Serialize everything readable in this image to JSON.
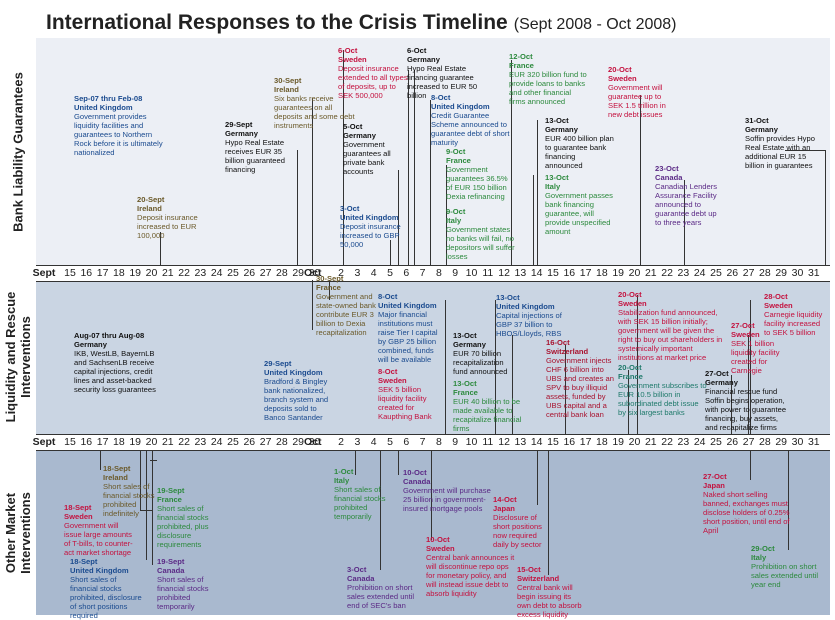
{
  "title": "International Responses to the Crisis Timeline",
  "subtitle": "(Sept 2008 - Oct 2008)",
  "rows": [
    {
      "key": "bank",
      "label": "Bank Liability Guarantees"
    },
    {
      "key": "liq",
      "label": "Liquidity and Rescue Interventions"
    },
    {
      "key": "other",
      "label": "Other Market Interventions"
    }
  ],
  "axis": {
    "sept_label": "Sept",
    "oct_label": "Oct",
    "sept_days": [
      "15",
      "16",
      "17",
      "18",
      "19",
      "20",
      "21",
      "22",
      "23",
      "24",
      "25",
      "26",
      "27",
      "28",
      "29",
      "30"
    ],
    "oct_days": [
      "2",
      "3",
      "4",
      "5",
      "6",
      "7",
      "8",
      "9",
      "10",
      "11",
      "12",
      "13",
      "14",
      "15",
      "16",
      "17",
      "18",
      "19",
      "20",
      "21",
      "22",
      "23",
      "24",
      "25",
      "26",
      "27",
      "28",
      "29",
      "30",
      "31"
    ],
    "oct_first": "1"
  },
  "events": {
    "b1": {
      "date": "Sep-07 thru Feb-08",
      "country": "United Kingdom",
      "text": "Government provides liquidity facilities and guarantees to Northern Rock before it is ultimately nationalized"
    },
    "b2": {
      "date": "20-Sept",
      "country": "Ireland",
      "text": "Deposit insurance increased to EUR 100,000"
    },
    "b3": {
      "date": "29-Sept",
      "country": "Germany",
      "text": "Hypo Real Estate receives EUR 35 billion guaranteed financing"
    },
    "b4": {
      "date": "30-Sept",
      "country": "Ireland",
      "text": "Six banks receive guarantees on all deposits and some debt instruments"
    },
    "b5": {
      "date": "6-Oct",
      "country": "Sweden",
      "text": "Deposit insurance extended to all types of deposits, up to SEK 500,000"
    },
    "b6": {
      "date": "5-Oct",
      "country": "Germany",
      "text": "Government guarantees all private bank accounts"
    },
    "b7": {
      "date": "3-Oct",
      "country": "United Kingdom",
      "text": "Deposit insurance increased to GBP 50,000"
    },
    "b8": {
      "date": "6-Oct",
      "country": "Germany",
      "text": "Hypo Real Estate financing guarantee increased to EUR 50 billion"
    },
    "b9": {
      "date": "8-Oct",
      "country": "United Kingdom",
      "text": "Credit Guarantee Scheme announced to guarantee debt of short maturity"
    },
    "b10": {
      "date": "9-Oct",
      "country": "France",
      "text": "Government guarantees 36.5% of EUR 150 billion Dexia refinancing"
    },
    "b11": {
      "date": "9-Oct",
      "country": "Italy",
      "text": "Government states no banks will fail, no depositors will suffer losses"
    },
    "b12": {
      "date": "12-Oct",
      "country": "France",
      "text": "EUR 320 billion fund to provide loans to banks and other financial firms announced"
    },
    "b13": {
      "date": "13-Oct",
      "country": "Germany",
      "text": "EUR 400 billion plan to guarantee bank financing announced"
    },
    "b14": {
      "date": "13-Oct",
      "country": "Italy",
      "text": "Government passes bank financing guarantee, will provide unspecified amount"
    },
    "b15": {
      "date": "20-Oct",
      "country": "Sweden",
      "text": "Government will guarantee up to SEK 1.5 trillion in new debt issues"
    },
    "b16": {
      "date": "23-Oct",
      "country": "Canada",
      "text": "Canadian Lenders Assurance Facility announced to guarantee debt up to three years"
    },
    "b17": {
      "date": "31-Oct",
      "country": "Germany",
      "text": "Soffin provides Hypo Real Estate with an additional EUR 15 billion in guarantees"
    },
    "l1": {
      "date": "Aug-07 thru Aug-08",
      "country": "Germany",
      "text": "IKB, WestLB, BayernLB and SachsenLB receive capital injections, credit lines and asset-backed security loss guarantees"
    },
    "l2": {
      "date": "29-Sept",
      "country": "United Kingdom",
      "text": "Bradford & Bingley bank nationalized, branch system and deposits sold to Banco Santander"
    },
    "l3": {
      "date": "30-Sept",
      "country": "France",
      "text": "Government and state-owned bank contribute EUR 3 billion to Dexia recapitalization"
    },
    "l4": {
      "date": "8-Oct",
      "country": "United Kingdom",
      "text": "Major financial institutions must raise Tier I capital by GBP 25 billion combined, funds will be available"
    },
    "l5": {
      "date": "8-Oct",
      "country": "Sweden",
      "text": "SEK 5 billion liquidity facility created for Kaupthing Bank"
    },
    "l6": {
      "date": "13-Oct",
      "country": "Germany",
      "text": "EUR 70 billion recapitalization fund announced"
    },
    "l7": {
      "date": "13-Oct",
      "country": "France",
      "text": "EUR 40 billion to be made available to recapitalize financial firms"
    },
    "l8": {
      "date": "13-Oct",
      "country": "United Kingdom",
      "text": "Capital injections of GBP 37 billion to HBOS/Lloyds, RBS"
    },
    "l9": {
      "date": "16-Oct",
      "country": "Switzerland",
      "text": "Government injects CHF 6 billion into UBS and creates an SPV to buy illiquid assets, funded by UBS capital and a central bank loan"
    },
    "l10": {
      "date": "20-Oct",
      "country": "Sweden",
      "text": "Stabilization fund announced, with SEK 15 billion initially; government will be given the right to buy out shareholders in systemically important institutions at market price"
    },
    "l11": {
      "date": "20-Oct",
      "country": "France",
      "text": "Government subscribes to EUR 10.5 billion in subordinated debt issue by six largest banks"
    },
    "l12": {
      "date": "27-Oct",
      "country": "Sweden",
      "text": "SEK 1 billion liquidity facility created for Carnegie"
    },
    "l13": {
      "date": "28-Oct",
      "country": "Sweden",
      "text": "Carnegie liquidity facility increased to SEK 5 billion"
    },
    "l14": {
      "date": "27-Oct",
      "country": "Germany",
      "text": "Financial rescue fund Soffin begins operation, with power to guarantee financing, buy assets, and recapitalize firms"
    },
    "o1": {
      "date": "18-Sept",
      "country": "Ireland",
      "text": "Short sales of financial stocks prohibited indefinitely"
    },
    "o2": {
      "date": "18-Sept",
      "country": "Sweden",
      "text": "Government will issue large amounts of T-bills, to counter-act market shortage"
    },
    "o3": {
      "date": "18-Sept",
      "country": "United Kingdom",
      "text": "Short sales of financial stocks prohibited, disclosure of short positions required"
    },
    "o4": {
      "date": "19-Sept",
      "country": "France",
      "text": "Short sales of financial stocks prohibited, plus disclosure requirements"
    },
    "o5": {
      "date": "19-Sept",
      "country": "Canada",
      "text": "Short sales of financial stocks prohibited temporarily"
    },
    "o6": {
      "date": "1-Oct",
      "country": "Italy",
      "text": "Short sales of financial stocks prohibited temporarily"
    },
    "o7": {
      "date": "3-Oct",
      "country": "Canada",
      "text": "Prohibition on short sales extended until end of SEC's ban"
    },
    "o8": {
      "date": "10-Oct",
      "country": "Canada",
      "text": "Government will purchase 25 billion in government-insured mortgage pools"
    },
    "o9": {
      "date": "10-Oct",
      "country": "Sweden",
      "text": "Central bank announces it will discontinue repo ops for monetary policy, and will instead issue debt to absorb liquidity"
    },
    "o10": {
      "date": "14-Oct",
      "country": "Japan",
      "text": "Disclosure of short positions now required daily by sector"
    },
    "o11": {
      "date": "15-Oct",
      "country": "Switzerland",
      "text": "Central bank will begin issuing its own debt to absorb excess liquidity"
    },
    "o12": {
      "date": "27-Oct",
      "country": "Japan",
      "text": "Naked short selling banned, exchanges must disclose holders of 0.25% short position, until end of April"
    },
    "o13": {
      "date": "29-Oct",
      "country": "Italy",
      "text": "Prohibition on short sales extended until year end"
    }
  }
}
